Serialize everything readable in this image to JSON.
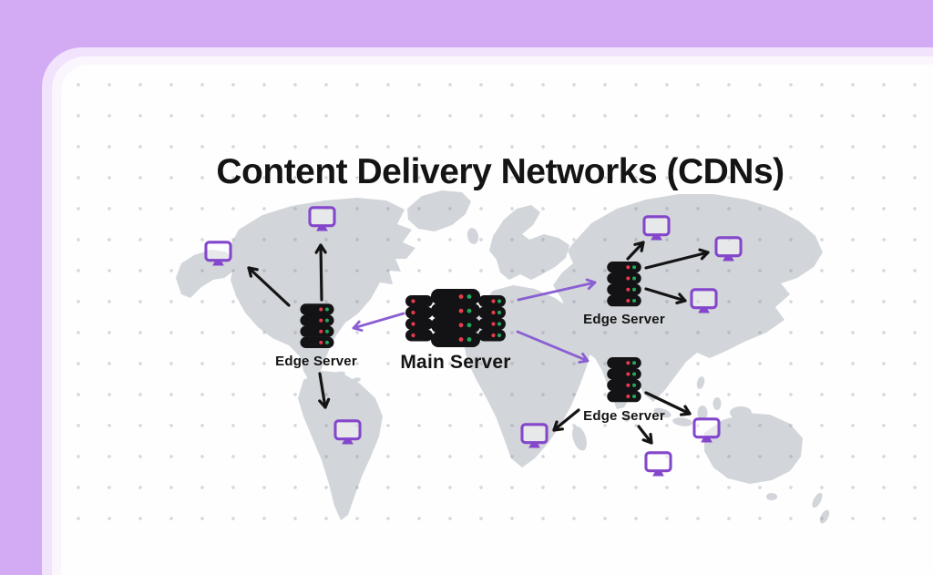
{
  "title": "Content Delivery Networks (CDNs)",
  "diagram_type": "CDN architecture over world map",
  "nodes": [
    {
      "id": "main-server",
      "label": "Main Server",
      "type": "main-server",
      "icon": "server-rack-cluster-icon"
    },
    {
      "id": "edge-server-west",
      "label": "Edge Server",
      "type": "edge-server",
      "icon": "server-rack-icon"
    },
    {
      "id": "edge-server-northeast",
      "label": "Edge Server",
      "type": "edge-server",
      "icon": "server-rack-icon"
    },
    {
      "id": "edge-server-southeast",
      "label": "Edge Server",
      "type": "edge-server",
      "icon": "server-rack-icon"
    }
  ],
  "clients": {
    "icon": "monitor-icon",
    "count": 9,
    "placements": [
      "alaska",
      "north-canada",
      "south-america",
      "north-russia",
      "east-russia",
      "japan-area",
      "africa",
      "australia-west",
      "australia-east"
    ]
  },
  "connections": [
    {
      "from": "main-server",
      "to": "edge-server-west",
      "style": "purple-arrow"
    },
    {
      "from": "main-server",
      "to": "edge-server-northeast",
      "style": "purple-arrow"
    },
    {
      "from": "main-server",
      "to": "edge-server-southeast",
      "style": "purple-arrow"
    },
    {
      "from": "edge-server-west",
      "to": "client-monitors",
      "style": "black-arrow",
      "count": 3
    },
    {
      "from": "edge-server-northeast",
      "to": "client-monitors",
      "style": "black-arrow",
      "count": 3
    },
    {
      "from": "edge-server-southeast",
      "to": "client-monitors",
      "style": "black-arrow",
      "count": 3
    }
  ],
  "colors": {
    "outer_background": "#d2abf4",
    "frame_band_1": "#f1e3fc",
    "frame_band_2": "#fbf6fe",
    "panel_background": "#fefeff",
    "map_landmass": "#d2d5d9",
    "dot_grid": "#8c8ea4",
    "title_text": "#141414",
    "server_body": "#131316",
    "led_red": "#ea3a4e",
    "led_green": "#1fa95a",
    "monitor_purple": "#8446cb",
    "arrow_purple": "#8a5fd2",
    "arrow_black": "#141414"
  }
}
